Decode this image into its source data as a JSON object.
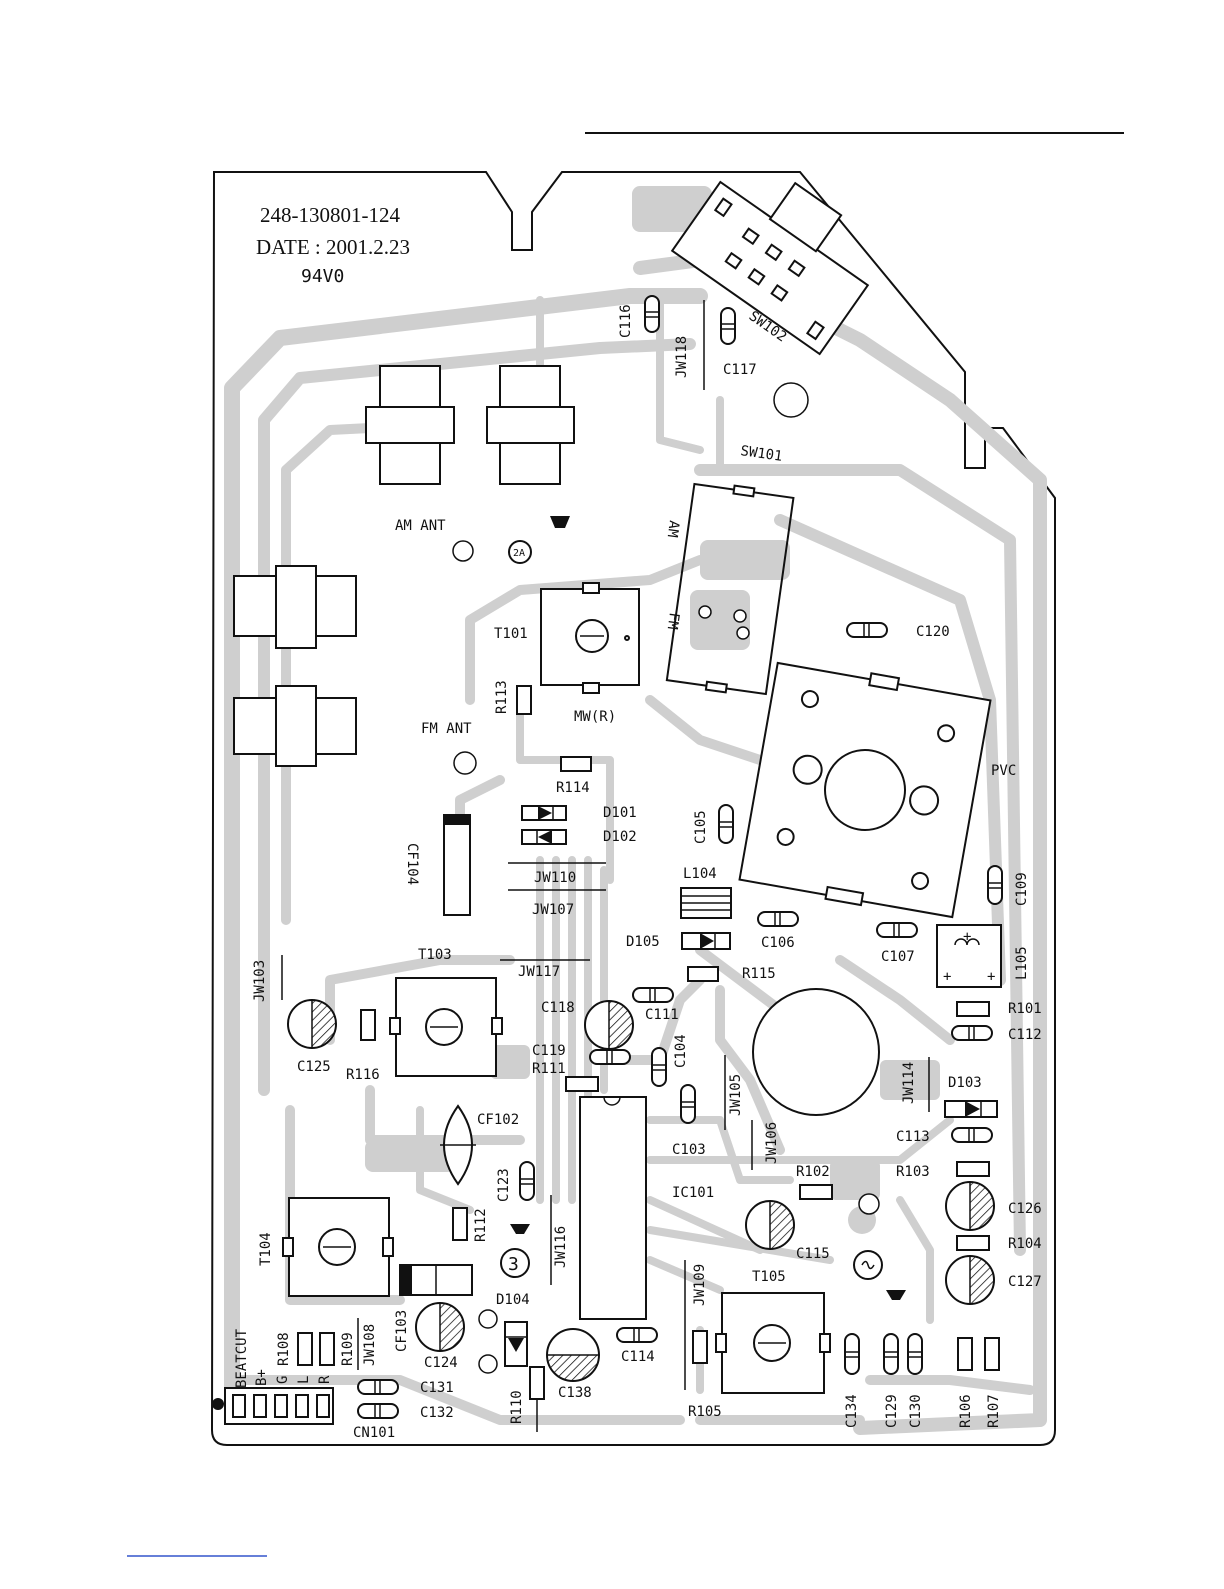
{
  "header": {
    "rule": true
  },
  "board": {
    "part_number": "248-130801-124",
    "date_label": "DATE : 2001.2.23",
    "flammability": "94V0",
    "labels": {
      "C116": "C116",
      "SW102": "SW102",
      "JW118": "JW118",
      "C117": "C117",
      "SW101": "SW101",
      "AM_ANT": "AM ANT",
      "AM": "AM",
      "FM": "FM",
      "T101": "T101",
      "C120": "C120",
      "R113": "R113",
      "MW_R": "MW(R)",
      "FM_ANT": "FM ANT",
      "PVC": "PVC",
      "R114": "R114",
      "D101": "D101",
      "D102": "D102",
      "C105": "C105",
      "CF104": "CF104",
      "JW110": "JW110",
      "L104": "L104",
      "C109": "C109",
      "JW107": "JW107",
      "D105": "D105",
      "C106": "C106",
      "C107": "C107",
      "L105": "L105",
      "T103": "T103",
      "JW103": "JW103",
      "JW117": "JW117",
      "R115": "R115",
      "C118": "C118",
      "C111": "C111",
      "R101": "R101",
      "C112": "C112",
      "C125": "C125",
      "R116": "R116",
      "C119": "C119",
      "C104": "C104",
      "R111": "R111",
      "JW114": "JW114",
      "D103": "D103",
      "CF102": "CF102",
      "JW105": "JW105",
      "C103": "C103",
      "JW106": "JW106",
      "C113": "C113",
      "R102": "R102",
      "R103": "R103",
      "C123": "C123",
      "IC101": "IC101",
      "C126": "C126",
      "T104": "T104",
      "R112": "R112",
      "JW116": "JW116",
      "C115": "C115",
      "R104": "R104",
      "C127": "C127",
      "T105": "T105",
      "JW109": "JW109",
      "D104": "D104",
      "CF103": "CF103",
      "BEATCUT": "BEATCUT",
      "R108": "R108",
      "R109": "R109",
      "JW108": "JW108",
      "C124": "C124",
      "C114": "C114",
      "Bplus": "B+",
      "G": "G",
      "L": "L",
      "R": "R",
      "C131": "C131",
      "C132": "C132",
      "R110": "R110",
      "C138": "C138",
      "R105": "R105",
      "C134": "C134",
      "C129": "C129",
      "C130": "C130",
      "R106": "R106",
      "R107": "R107",
      "CN101": "CN101",
      "screw_2A": "2A",
      "screw_3": "3"
    }
  },
  "footer": {
    "link_underline": true
  }
}
